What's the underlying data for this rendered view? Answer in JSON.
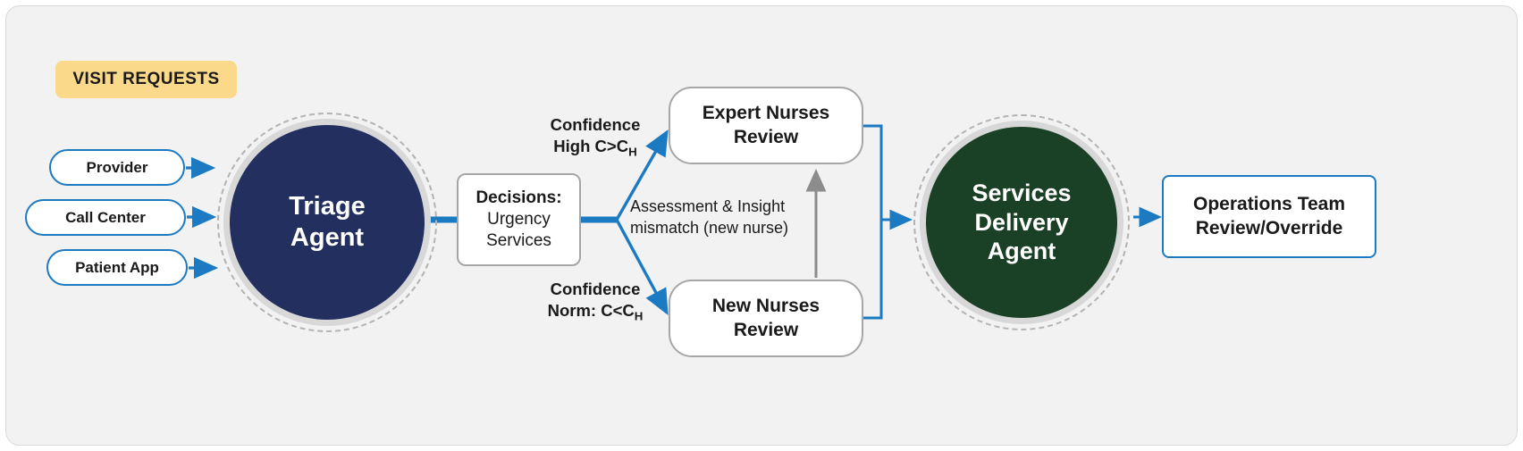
{
  "diagram": {
    "tag": {
      "label": "VISIT REQUESTS",
      "color": "#fbd98b"
    },
    "sources": [
      {
        "label": "Provider"
      },
      {
        "label": "Call Center"
      },
      {
        "label": "Patient App"
      }
    ],
    "triage_agent": {
      "line1": "Triage",
      "line2": "Agent",
      "color": "#23305f"
    },
    "decisions": {
      "heading": "Decisions:",
      "item1": "Urgency",
      "item2": "Services"
    },
    "branches": {
      "high": {
        "line1": "Confidence",
        "line2_pre": "High C>C",
        "line2_sub": "H"
      },
      "norm": {
        "line1": "Confidence",
        "line2_pre": "Norm: C<C",
        "line2_sub": "H"
      }
    },
    "expert_review": {
      "line1": "Expert Nurses",
      "line2": "Review"
    },
    "new_review": {
      "line1": "New Nurses",
      "line2": "Review"
    },
    "mismatch_note": {
      "line1": "Assessment & Insight",
      "line2": "mismatch (new nurse)"
    },
    "delivery_agent": {
      "line1": "Services",
      "line2": "Delivery",
      "line3": "Agent",
      "color": "#1a4025"
    },
    "operations": {
      "line1": "Operations Team",
      "line2": "Review/Override"
    },
    "colors": {
      "accent_blue": "#1b7ac2",
      "feedback_gray": "#8c8c8c",
      "panel_bg": "#f2f2f2",
      "ring_gray": "#d8d8d8"
    }
  }
}
